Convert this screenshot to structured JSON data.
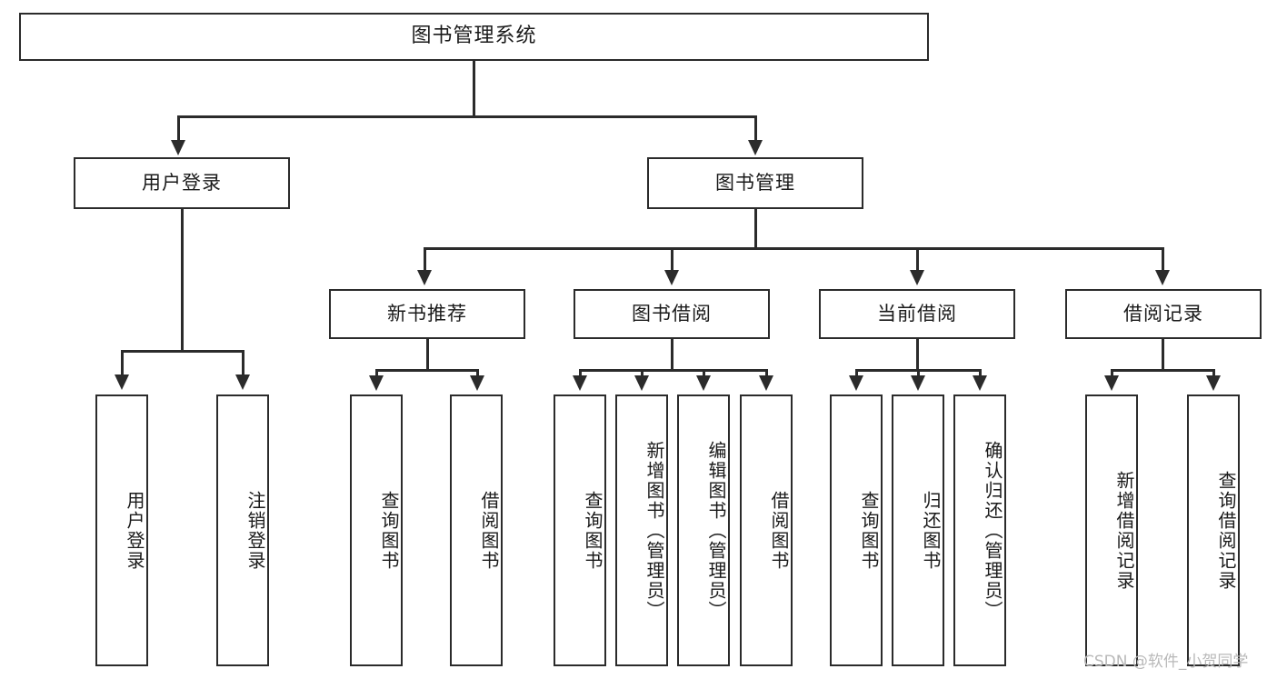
{
  "diagram": {
    "type": "tree",
    "title_node": {
      "label": "图书管理系统"
    },
    "level1": [
      {
        "label": "用户登录"
      },
      {
        "label": "图书管理"
      }
    ],
    "level2": [
      {
        "label": "新书推荐"
      },
      {
        "label": "图书借阅"
      },
      {
        "label": "当前借阅"
      },
      {
        "label": "借阅记录"
      }
    ],
    "leaves": {
      "user_login": [
        {
          "label": "用户登录"
        },
        {
          "label": "注销登录"
        }
      ],
      "new_book_recommend": [
        {
          "label": "查询图书"
        },
        {
          "label": "借阅图书"
        }
      ],
      "book_borrow": [
        {
          "label": "查询图书"
        },
        {
          "label": "新增图书（管理员）"
        },
        {
          "label": "编辑图书（管理员）"
        },
        {
          "label": "借阅图书"
        }
      ],
      "current_borrow": [
        {
          "label": "查询图书"
        },
        {
          "label": "归还图书"
        },
        {
          "label": "确认归还（管理员）"
        }
      ],
      "borrow_record": [
        {
          "label": "新增借阅记录"
        },
        {
          "label": "查询借阅记录"
        }
      ]
    }
  },
  "watermark": {
    "text": "CSDN @软件_小贺同学"
  },
  "colors": {
    "stroke": "#2b2b2b",
    "background": "#ffffff",
    "text": "#1a1a1a",
    "watermark": "#b9b9b9"
  }
}
